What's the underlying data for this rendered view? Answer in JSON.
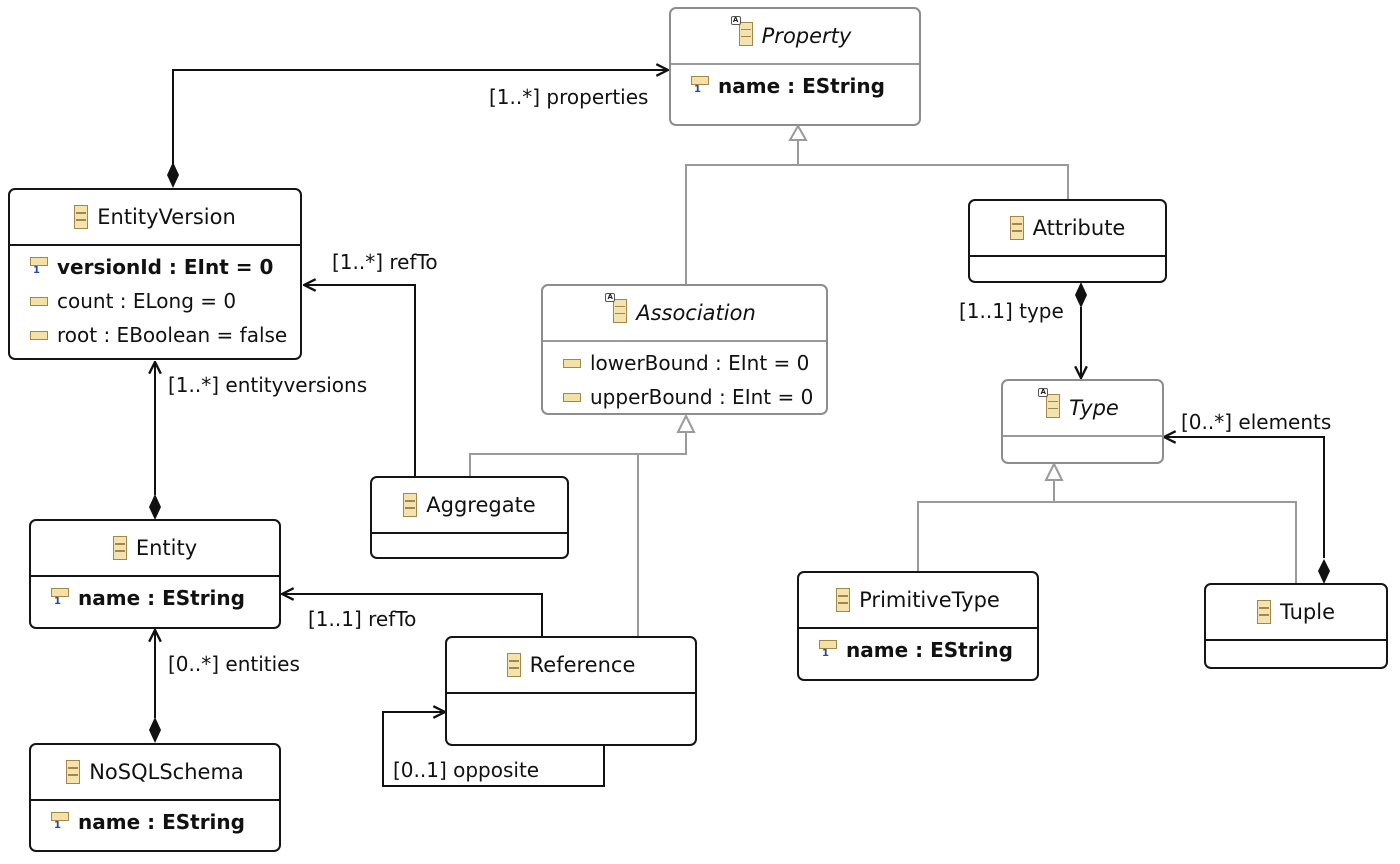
{
  "classes": {
    "property": {
      "name": "Property",
      "attrs": [
        "name : EString"
      ]
    },
    "entityversion": {
      "name": "EntityVersion",
      "attrs": [
        "versionId : EInt = 0",
        "count : ELong = 0",
        "root : EBoolean = false"
      ]
    },
    "attribute": {
      "name": "Attribute"
    },
    "association": {
      "name": "Association",
      "attrs": [
        "lowerBound : EInt = 0",
        "upperBound : EInt = 0"
      ]
    },
    "type": {
      "name": "Type"
    },
    "aggregate": {
      "name": "Aggregate"
    },
    "entity": {
      "name": "Entity",
      "attrs": [
        "name : EString"
      ]
    },
    "reference": {
      "name": "Reference"
    },
    "primitivetype": {
      "name": "PrimitiveType",
      "attrs": [
        "name : EString"
      ]
    },
    "tuple": {
      "name": "Tuple"
    },
    "nosqlschema": {
      "name": "NoSQLSchema",
      "attrs": [
        "name : EString"
      ]
    }
  },
  "labels": {
    "properties": "[1..*] properties",
    "refto_ev": "[1..*] refTo",
    "entityversions": "[1..*] entityversions",
    "type": "[1..1] type",
    "elements": "[0..*] elements",
    "refto_entity": "[1..1] refTo",
    "entities": "[0..*] entities",
    "opposite": "[0..1] opposite"
  },
  "colors": {
    "border": "#151515",
    "generalization": "#9a9a9a",
    "icon_fill": "#f3e1a6",
    "icon_stroke": "#a2864a"
  }
}
